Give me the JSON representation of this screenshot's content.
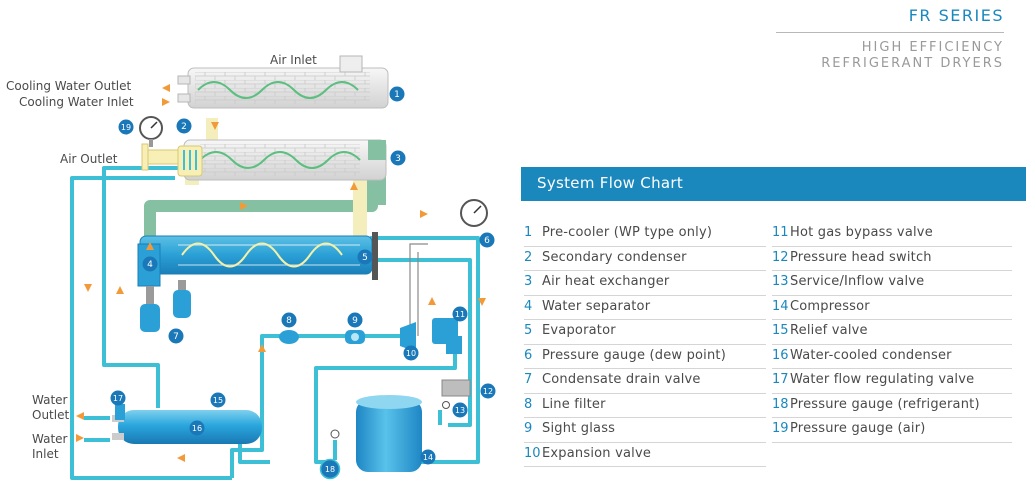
{
  "brand": {
    "series": "FR SERIES",
    "subtitle_line1": "HIGH EFFICIENCY",
    "subtitle_line2": "REFRIGERANT DRYERS"
  },
  "chart": {
    "title": "System Flow Chart"
  },
  "diagram": {
    "labels": {
      "air_inlet": "Air Inlet",
      "cooling_water_outlet": "Cooling Water Outlet",
      "cooling_water_inlet": "Cooling Water Inlet",
      "air_outlet": "Air Outlet",
      "water_outlet_1": "Water",
      "water_outlet_2": "Outlet",
      "water_inlet_1": "Water",
      "water_inlet_2": "Inlet"
    },
    "markers": [
      "1",
      "2",
      "3",
      "4",
      "5",
      "6",
      "7",
      "8",
      "9",
      "10",
      "11",
      "12",
      "13",
      "14",
      "15",
      "16",
      "17",
      "18",
      "19"
    ]
  },
  "legend": {
    "left": [
      {
        "num": "1",
        "label": "Pre-cooler (WP type only)"
      },
      {
        "num": "2",
        "label": "Secondary condenser"
      },
      {
        "num": "3",
        "label": "Air heat exchanger"
      },
      {
        "num": "4",
        "label": "Water separator"
      },
      {
        "num": "5",
        "label": "Evaporator"
      },
      {
        "num": "6",
        "label": "Pressure gauge (dew point)"
      },
      {
        "num": "7",
        "label": "Condensate drain valve"
      },
      {
        "num": "8",
        "label": "Line filter"
      },
      {
        "num": "9",
        "label": "Sight glass"
      },
      {
        "num": "10",
        "label": "Expansion valve"
      }
    ],
    "right": [
      {
        "num": "11",
        "label": "Hot gas bypass valve"
      },
      {
        "num": "12",
        "label": "Pressure head switch"
      },
      {
        "num": "13",
        "label": "Service/Inflow valve"
      },
      {
        "num": "14",
        "label": "Compressor"
      },
      {
        "num": "15",
        "label": "Relief valve"
      },
      {
        "num": "16",
        "label": "Water-cooled condenser"
      },
      {
        "num": "17",
        "label": "Water flow regulating valve"
      },
      {
        "num": "18",
        "label": "Pressure gauge (refrigerant)"
      },
      {
        "num": "19",
        "label": "Pressure gauge (air)"
      }
    ]
  },
  "colors": {
    "accent": "#1a88bd",
    "refrigerant_line": "#3dbfd6",
    "air_line_green": "#86c0a2",
    "air_line_yellow": "#f4eebc",
    "arrow": "#f29a3a",
    "component_blue": "#2fa8da"
  }
}
